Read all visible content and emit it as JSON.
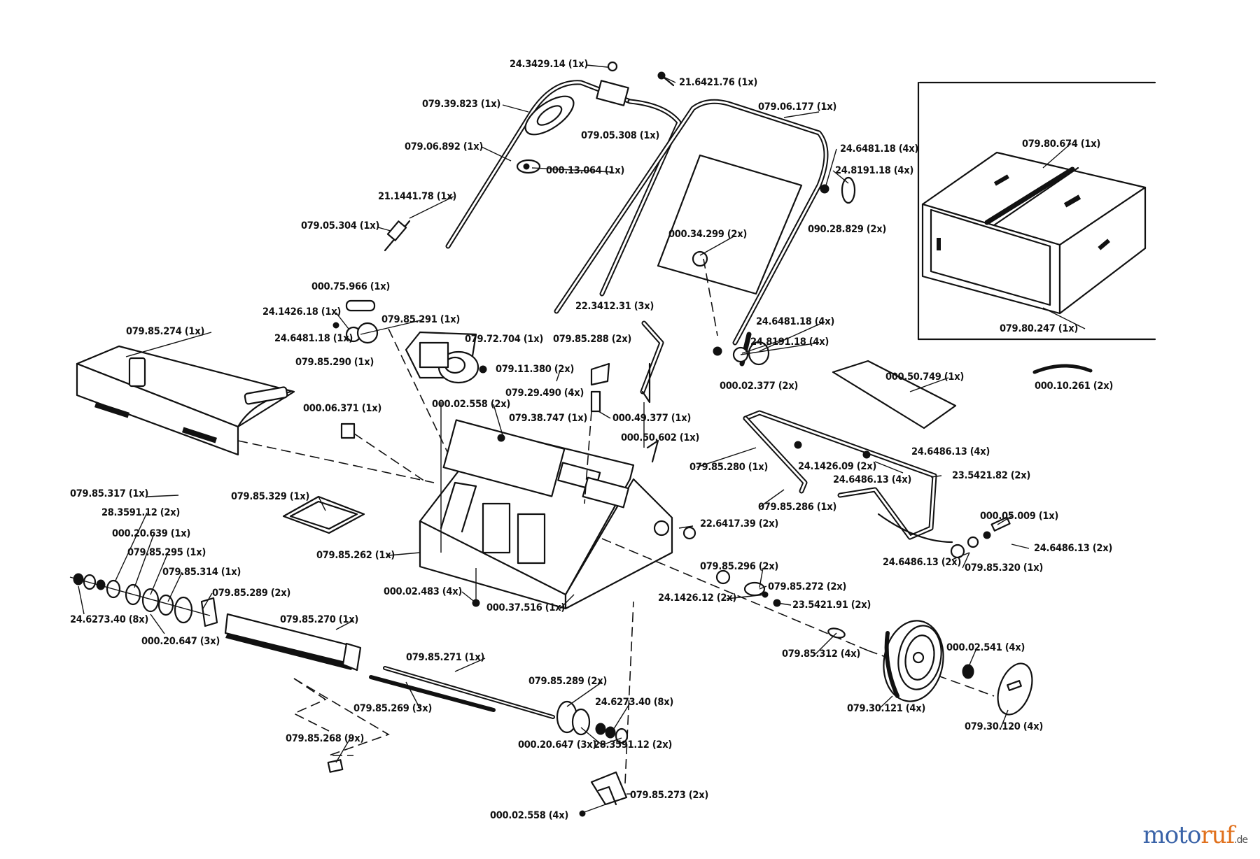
{
  "logo": {
    "part1": "moto",
    "part2": "ruf",
    "part3": "",
    "tld": ".de"
  },
  "labels": [
    "24.3429.14 (1x)",
    "21.6421.76 (1x)",
    "079.39.823 (1x)",
    "079.06.177 (1x)",
    "079.05.308 (1x)",
    "079.06.892 (1x)",
    "24.6481.18 (4x)",
    "24.8191.18 (4x)",
    "000.13.064 (1x)",
    "21.1441.78 (1x)",
    "090.28.829 (2x)",
    "079.05.304 (1x)",
    "000.34.299 (2x)",
    "079.80.674 (1x)",
    "000.75.966 (1x)",
    "22.3412.31 (3x)",
    "24.1426.18 (1x)",
    "079.85.291 (1x)",
    "24.6481.18 (4x)",
    "079.85.274 (1x)",
    "24.6481.18 (1x)",
    "079.72.704 (1x)",
    "079.85.288 (2x)",
    "24.8191.18 (4x)",
    "079.80.247 (1x)",
    "079.85.290 (1x)",
    "079.11.380 (2x)",
    "000.02.377 (2x)",
    "000.50.749 (1x)",
    "000.10.261 (2x)",
    "079.29.490 (4x)",
    "000.06.371 (1x)",
    "000.02.558 (2x)",
    "079.38.747 (1x)",
    "000.49.377 (1x)",
    "000.50.602 (1x)",
    "079.85.280 (1x)",
    "24.1426.09 (2x)",
    "24.6486.13 (4x)",
    "24.6486.13 (4x)",
    "23.5421.82 (2x)",
    "079.85.317 (1x)",
    "079.85.329 (1x)",
    "28.3591.12 (2x)",
    "079.85.286 (1x)",
    "22.6417.39 (2x)",
    "000.05.009 (1x)",
    "000.20.639 (1x)",
    "079.85.262 (1x)",
    "079.85.295 (1x)",
    "24.6486.13 (2x)",
    "24.6486.13 (2x)",
    "079.85.320 (1x)",
    "079.85.314 (1x)",
    "079.85.296 (2x)",
    "079.85.272 (2x)",
    "079.85.289 (2x)",
    "000.02.483 (4x)",
    "24.1426.12 (2x)",
    "23.5421.91 (2x)",
    "000.37.516 (1x)",
    "24.6273.40 (8x)",
    "079.85.270 (1x)",
    "000.20.647 (3x)",
    "079.85.312 (4x)",
    "000.02.541 (4x)",
    "079.85.271 (1x)",
    "079.85.289 (2x)",
    "24.6273.40 (8x)",
    "079.85.269 (3x)",
    "079.30.121 (4x)",
    "079.30.120 (4x)",
    "000.20.647 (3x)",
    "28.3591.12 (2x)",
    "079.85.268 (9x)",
    "079.85.273 (2x)",
    "000.02.558 (4x)"
  ]
}
